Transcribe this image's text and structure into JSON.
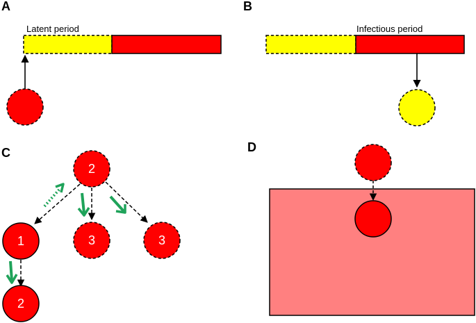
{
  "panels": {
    "a": {
      "letter": "A",
      "bar_label": "Latent period"
    },
    "b": {
      "letter": "B",
      "bar_label": "Infectious period"
    },
    "c": {
      "letter": "C",
      "nodes": [
        {
          "id": "top",
          "label": "2"
        },
        {
          "id": "left",
          "label": "1"
        },
        {
          "id": "mid",
          "label": "3"
        },
        {
          "id": "right",
          "label": "3"
        },
        {
          "id": "bottom",
          "label": "2"
        }
      ]
    },
    "d": {
      "letter": "D"
    }
  },
  "colors": {
    "infected_red": "#ff0000",
    "latent_yellow": "#ffff00",
    "region_pink": "#ff8080",
    "arrow_green": "#1fa35a",
    "outline": "#000000"
  }
}
